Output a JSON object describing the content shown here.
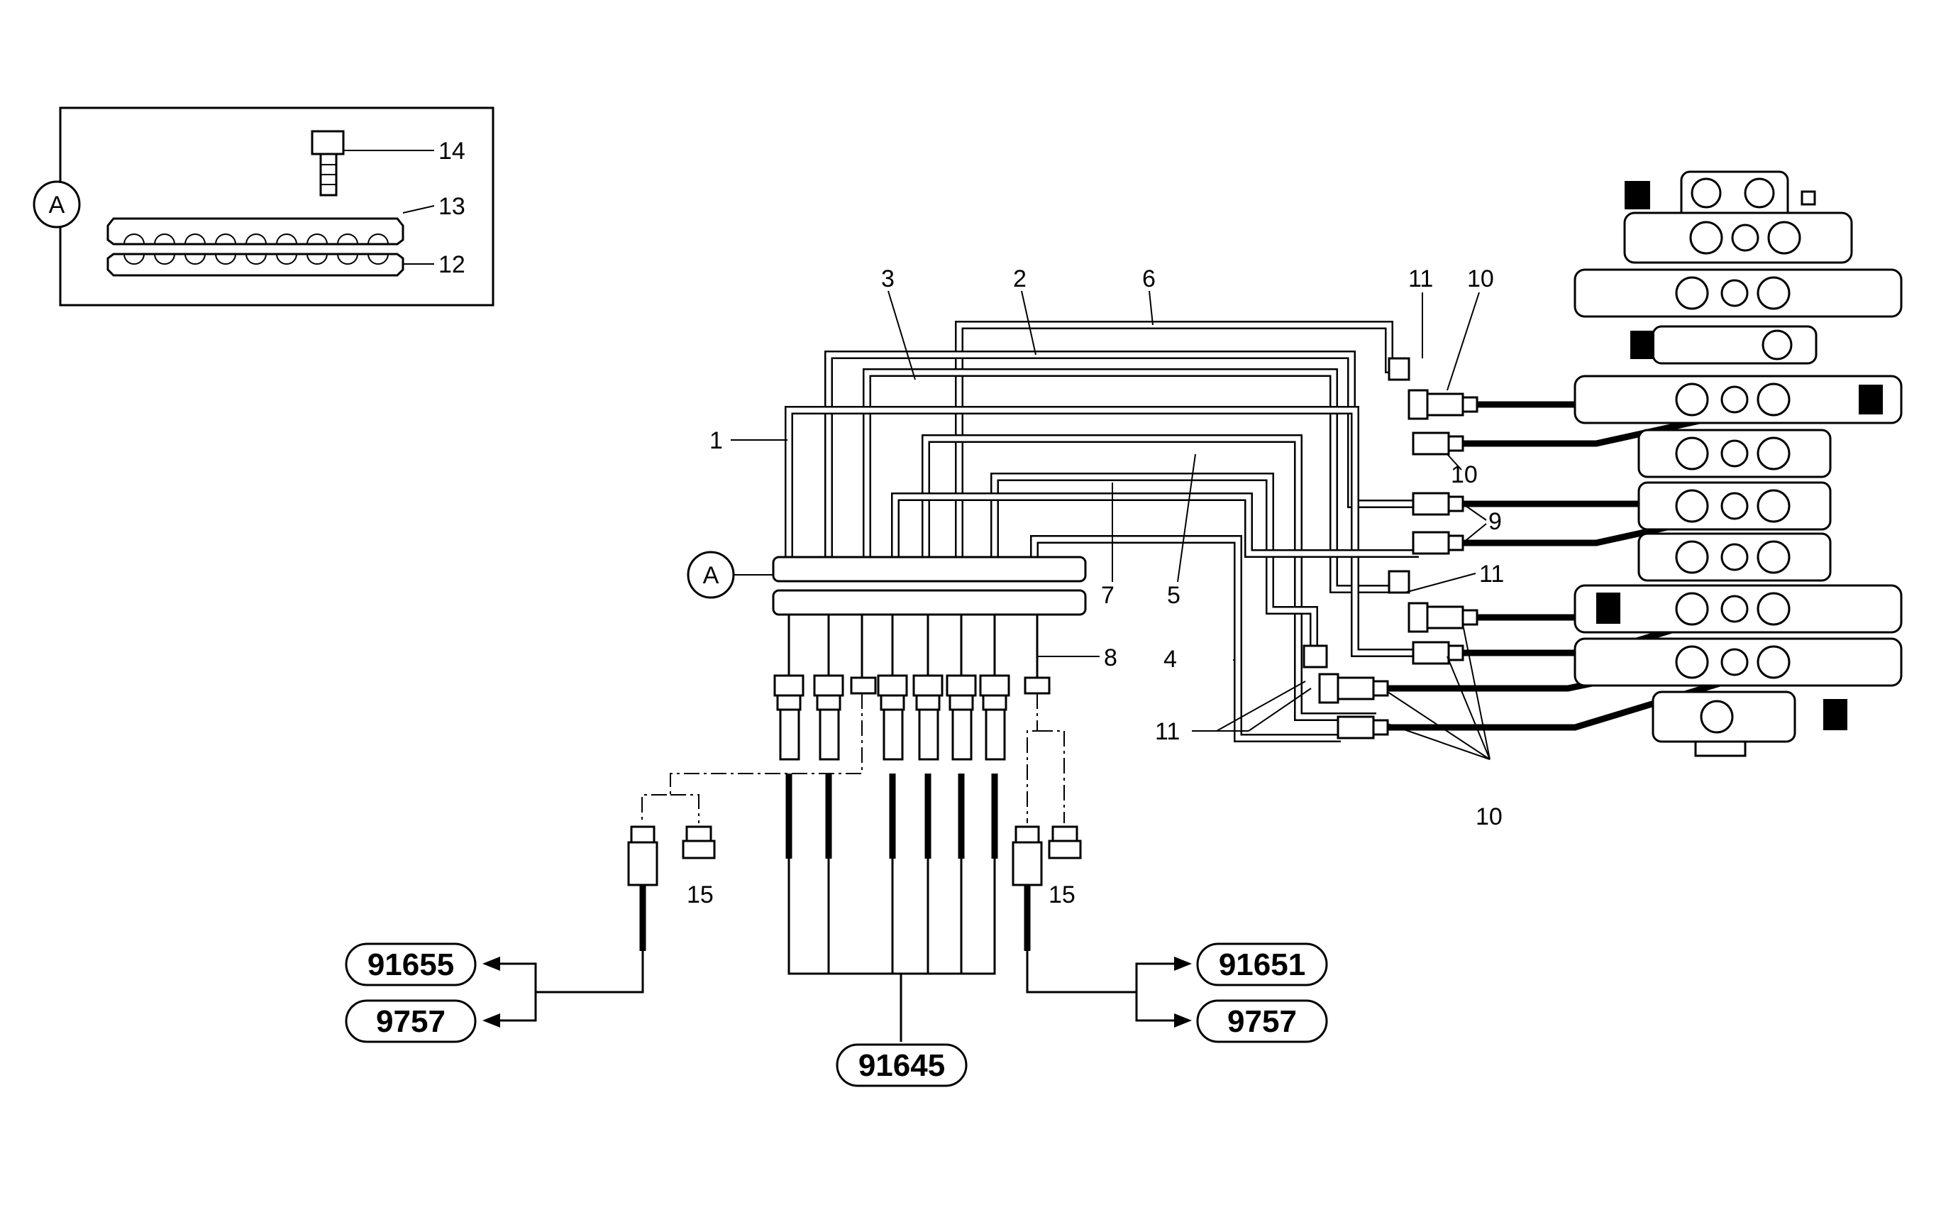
{
  "callouts": {
    "1": "1",
    "2": "2",
    "3": "3",
    "4": "4",
    "5": "5",
    "6": "6",
    "7": "7",
    "8": "8",
    "9": "9",
    "10": "10",
    "11": "11",
    "12": "12",
    "13": "13",
    "14": "14",
    "15": "15"
  },
  "detail_marker": "A",
  "references": {
    "left_top": "91655",
    "left_bottom": "9757",
    "bottom_center": "91645",
    "right_top": "91651",
    "right_bottom": "9757"
  },
  "icons": {
    "arrow": "arrow-head-icon",
    "detail_circle": "detail-marker-icon"
  }
}
